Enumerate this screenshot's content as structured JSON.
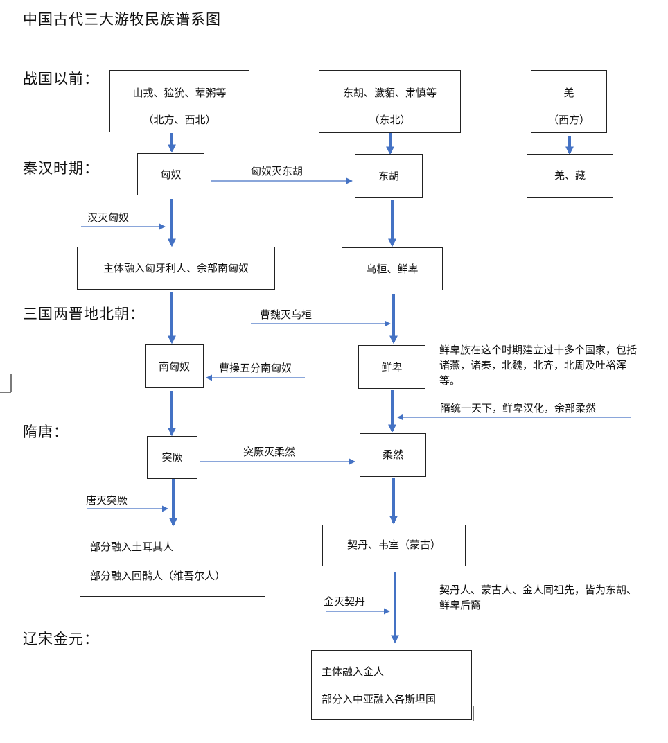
{
  "title": "中国古代三大游牧民族谱系图",
  "eras": [
    "战国以前：",
    "秦汉时期：",
    "三国两晋地北朝：",
    "隋唐：",
    "辽宋金元："
  ],
  "boxes": {
    "shanrong_line1": "山戎、猃狁、荤粥等",
    "shanrong_line2": "（北方、西北）",
    "donghu_early_line1": "东胡、濊貊、肃慎等",
    "donghu_early_line2": "（东北）",
    "qiang_line1": "羌",
    "qiang_line2": "（西方）",
    "xiongnu": "匈奴",
    "donghu": "东胡",
    "qiang_zang": "羌、藏",
    "xiongnu_fate": "主体融入匈牙利人、余部南匈奴",
    "wuhuan_xianbei": "乌桓、鲜卑",
    "nan_xiongnu": "南匈奴",
    "xianbei": "鲜卑",
    "tujue": "突厥",
    "rouran": "柔然",
    "tujue_fate_line1": "部分融入土耳其人",
    "tujue_fate_line2": "部分融入回鹘人（维吾尔人）",
    "qidan_shiwei": "契丹、韦室（蒙古）",
    "jin_fate_line1": "主体融入金人",
    "jin_fate_line2": "部分入中亚融入各斯坦国"
  },
  "edge_labels": {
    "xiongnu_destroys_donghu": "匈奴灭东胡",
    "han_destroys_xiongnu": "汉灭匈奴",
    "caowei_destroys_wuhuan": "曹魏灭乌桓",
    "caocao_splits": "曹操五分南匈奴",
    "sui_unifies": "隋统一天下，鲜卑汉化，余部柔然",
    "tujue_destroys_rouran": "突厥灭柔然",
    "tang_destroys_tujue": "唐灭突厥",
    "jin_destroys_qidan": "金灭契丹"
  },
  "notes": {
    "xianbei_note": "鲜卑族在这个时期建立过十多个国家，包括诸燕，诸秦，北魏，北齐，北周及吐裕浑等。",
    "ancestry_note": "契丹人、蒙古人、金人同祖先，皆为东胡、鲜卑后裔"
  },
  "colors": {
    "arrow": "#4472c4",
    "border": "#222222",
    "text": "#111111"
  }
}
